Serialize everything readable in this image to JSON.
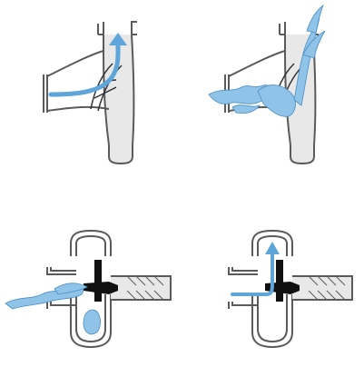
{
  "panels": [
    {
      "id": "mixed-flow-uniform",
      "flow": "smooth"
    },
    {
      "id": "mixed-flow-turbulent",
      "flow": "turbulent"
    },
    {
      "id": "radial-flow-turbulent",
      "flow": "turbulent"
    },
    {
      "id": "radial-flow-uniform",
      "flow": "smooth"
    }
  ],
  "colors": {
    "casing_stroke": "#5a5a5a",
    "casing_fill": "#d9d9d9",
    "water": "#8fc3e8",
    "water_edge": "#4a8fc4",
    "arrow": "#5ea5da",
    "hub": "#111111"
  }
}
